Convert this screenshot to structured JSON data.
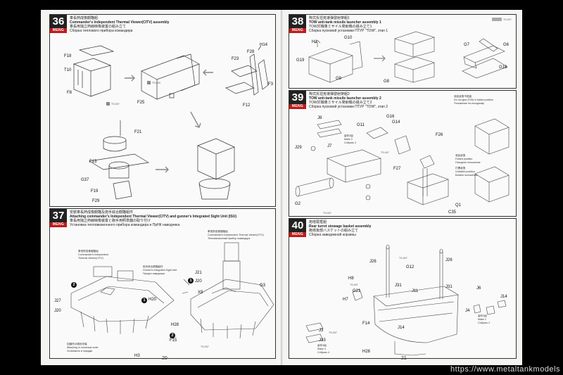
{
  "left_page": {
    "number": "20",
    "steps": [
      {
        "number": "36",
        "brand": "MENG",
        "title_cn": "車長熱成像觀瞄組",
        "title_en": "Commander's Independent Thermal Viewer(CITV) assembly",
        "title_jp": "車長用独立熱線映像装置の組み立て",
        "title_ru": "Сборка теплового прибора командира",
        "labels": [
          "F18",
          "T10",
          "F8",
          "F25",
          "H14",
          "F23",
          "F28",
          "F3",
          "F12",
          "F21",
          "F13",
          "G37",
          "F19",
          "F29"
        ],
        "paint_codes": [
          "TS-003",
          "TS-007"
        ]
      },
      {
        "number": "37",
        "brand": "MENG",
        "title_cn": "安裝車長熱成像觀瞄及炮手綜合觀瞄組件",
        "title_en": "Attaching commander's Independent Thermal Viewer(CITV) and gunner's Integrated Sight Unit (ISU)",
        "title_jp": "車長用独立熱線映像装置と砲手用照準器の取り付け",
        "title_ru": "Установка тепловизионного прибора командира и ПрНК наводчика",
        "labels": [
          "J27",
          "J20",
          "H20",
          "H28",
          "F15",
          "H3",
          "J21",
          "J20",
          "X9",
          "G3",
          "TS-007"
        ],
        "notes": [
          {
            "cn": "車長熱成像觀瞄組",
            "en": "Commander's Independent",
            "en2": "Thermal Viewer(CITV)"
          },
          {
            "cn": "炮手綜合觀瞄組件",
            "en": "Gunner's Integrated Sight Unit",
            "en2": "Прицел наводчика"
          },
          {
            "cn": "車長熱成像觀瞄組",
            "en": "Commander's Independent Thermal Viewer(CITV)",
            "en2": "Тепловизионный прибор командира"
          },
          {
            "cn": "如圖所示順序安裝",
            "en": "Attaching in numerical order",
            "en2": "Установить в порядке"
          }
        ]
      }
    ]
  },
  "right_page": {
    "number": "21",
    "steps": [
      {
        "number": "38",
        "brand": "MENG",
        "title_cn": "陶式反坦克導彈發射架組1",
        "title_en": "TOW anti-tank missile launcher assembly 1",
        "title_jp": "TOW対戦車ミサイル発射機の組み立て1",
        "title_ru": "Сборка пусковой установки ПТУР \"TOW\", этап 1",
        "labels": [
          "H1",
          "G10",
          "G19",
          "G9",
          "G8",
          "G7",
          "G6",
          "G18"
        ],
        "paint_codes": [
          "TS-007"
        ]
      },
      {
        "number": "39",
        "brand": "MENG",
        "title_cn": "陶式反坦克導彈發射架組2",
        "title_en": "TOW anti-tank missile launcher assembly 2",
        "title_jp": "TOW対戦車ミサイル発射機の組み立て2",
        "title_ru": "Сборка пусковой установки ПТУР \"TOW\", этап 2",
        "labels": [
          "J8",
          "J7",
          "J29",
          "G16",
          "G11",
          "G14",
          "F26",
          "F27",
          "Q1",
          "C35",
          "G2"
        ],
        "notes": [
          {
            "cn": "收起狀態不黏接",
            "en": "Do not glue (F26) in folded position",
            "en2": "Положение по-походному"
          },
          {
            "cn": "收起狀態",
            "en": "Folded position",
            "en2": "Походное положение"
          },
          {
            "cn": "打開狀態",
            "en": "Unfolded position",
            "en2": "Боевое положение"
          },
          {
            "cn": "製作2組",
            "en": "Make 2",
            "en2": "Собрать 2"
          }
        ],
        "paint_codes": [
          "TS-007",
          "TS-007"
        ]
      },
      {
        "number": "40",
        "brand": "MENG",
        "title_cn": "炮塔尾框組",
        "title_en": "Rear turret stowage basket assembly",
        "title_jp": "砲塔後部バスケットの組み立て",
        "title_ru": "Сборка заведомной корзины",
        "labels": [
          "J26",
          "G12",
          "J26",
          "H8",
          "G21",
          "H7",
          "J31",
          "J11",
          "J31",
          "F14",
          "J14",
          "J33",
          "J3",
          "H26",
          "J6",
          "J14",
          "J4"
        ],
        "notes": [
          {
            "cn": "製作2組",
            "en": "Make 2",
            "en2": "Собрать 2"
          },
          {
            "cn": "製作4組",
            "en": "Make 4",
            "en2": "Собрать 4"
          }
        ],
        "paint_codes": [
          "TS-007",
          "TS-007",
          "TS-007"
        ]
      }
    ]
  },
  "watermark": "https://www.metaltankmodels"
}
